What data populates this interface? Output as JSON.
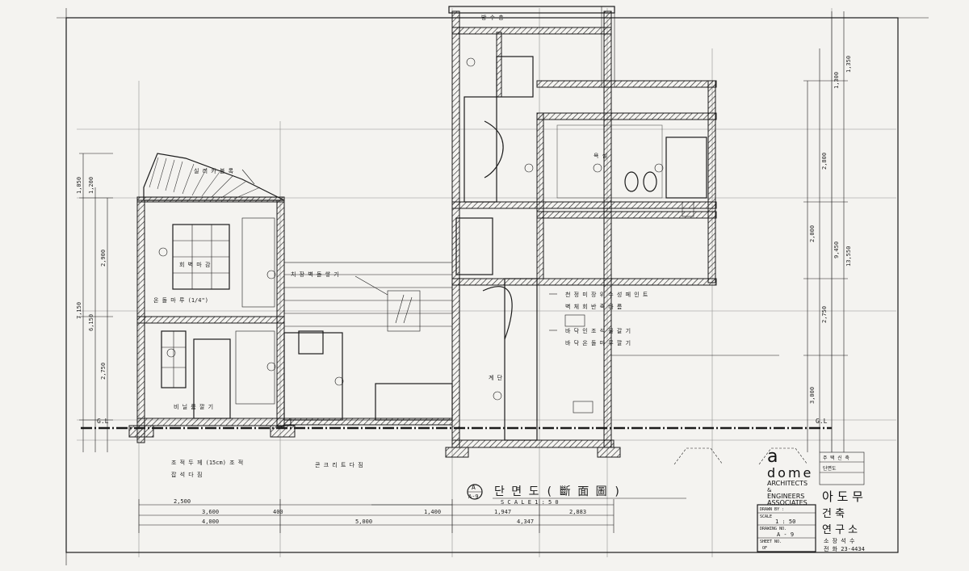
{
  "drawing": {
    "title": "단 면 도 ( 斷 面 圖 )",
    "scale_text": "S C A L E  1 : 5 0",
    "section_mark": "A",
    "section_sheet": "A-9"
  },
  "title_block": {
    "brand_line1": "a",
    "brand_line2": "dome",
    "brand_line3": "ARCHITECTS",
    "brand_line4": "&",
    "brand_line5": "ENGINEERS",
    "brand_line6": "ASSOCIATES",
    "korean_name_1": "아 도 무",
    "korean_name_2": "건 축",
    "korean_name_3": "연 구 소",
    "representative": "소 장 석 수",
    "phone": "전 화 23-4434",
    "drawn_by_label": "DRAWN BY :",
    "scale_label": "SCALE",
    "scale_value": "1 : 50",
    "drawing_no_label": "DRAWING NO.",
    "drawing_no_value": "A - 9",
    "sheet_no_label": "SHEET NO.",
    "sheet_no_value": "OF",
    "project_label": "주 택 신 축",
    "project_sub": "단면도"
  },
  "annotations": {
    "roof_top": "방 수 층",
    "roof_finish": "실 리 카 블 록",
    "wall_note_1": "회 벽 마 감",
    "wall_note_2": "치 장 벽 돌 쌓 기",
    "floor_note_1": "온 돌 마 루 (1/4\")",
    "floor_note_2": "비 닐 륨 깔 기",
    "stair_note": "계 단",
    "bath_note": "욕 실",
    "ground_note": "G.L",
    "base_note_1": "조 적 두 께 (15cm) 조 적",
    "base_note_2": "잡 석 다 짐",
    "base_note_3": "콘 크 리 트 다 짐",
    "right_note_1": "천 정 미 장 위 수 성 페 인 트",
    "right_note_2": "벽 체 회 반 죽 바 름",
    "right_note_3": "바 닥 인 조 석 물 갈 기",
    "right_note_4": "바 닥 온 돌 마 루 깔 기"
  },
  "dimensions": {
    "bottom_1": "2,500",
    "bottom_2": "3,600",
    "bottom_3": "400",
    "bottom_4": "4,000",
    "bottom_5": "1,400",
    "bottom_6": "1,947",
    "bottom_7": "2,883",
    "bottom_8": "5,000",
    "bottom_9": "4,347",
    "left_1": "7,150",
    "left_2": "6,150",
    "left_3": "2,900",
    "left_4": "2,750",
    "left_5": "1,050",
    "left_6": "1,200",
    "right_1": "13,550",
    "right_2": "9,450",
    "right_3": "2,750",
    "right_4": "2,800",
    "right_5": "1,300",
    "right_6": "3,000",
    "right_7": "2,000",
    "right_8": "1,350"
  }
}
